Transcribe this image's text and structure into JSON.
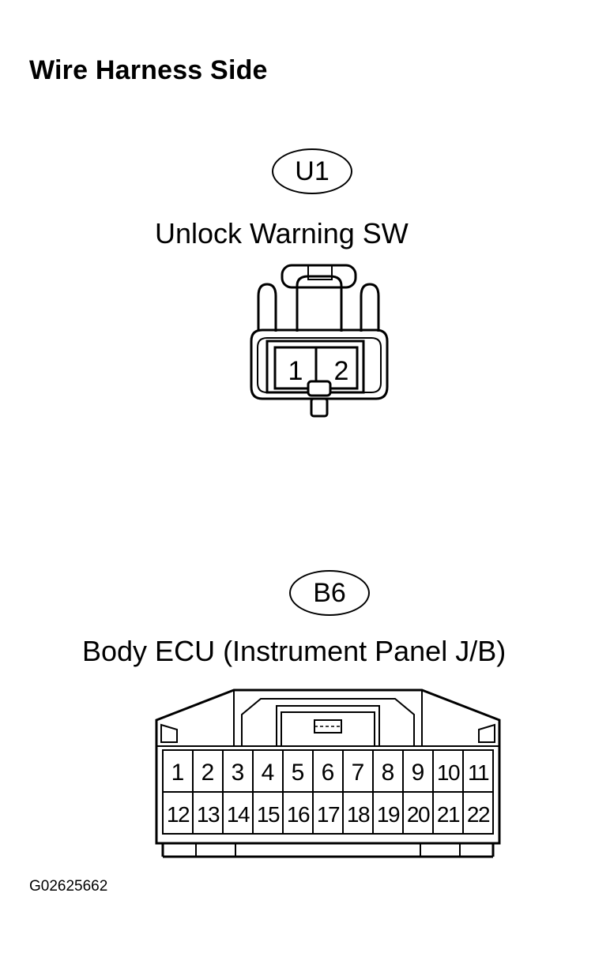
{
  "heading": "Wire Harness Side",
  "connectors": [
    {
      "code": "U1",
      "name": "Unlock Warning SW",
      "pins": [
        "1",
        "2"
      ]
    },
    {
      "code": "B6",
      "name": "Body ECU (Instrument Panel J/B)",
      "pins_top": [
        "1",
        "2",
        "3",
        "4",
        "5",
        "6",
        "7",
        "8",
        "9",
        "10",
        "11"
      ],
      "pins_bottom": [
        "12",
        "13",
        "14",
        "15",
        "16",
        "17",
        "18",
        "19",
        "20",
        "21",
        "22"
      ]
    }
  ],
  "figure_id": "G02625662"
}
